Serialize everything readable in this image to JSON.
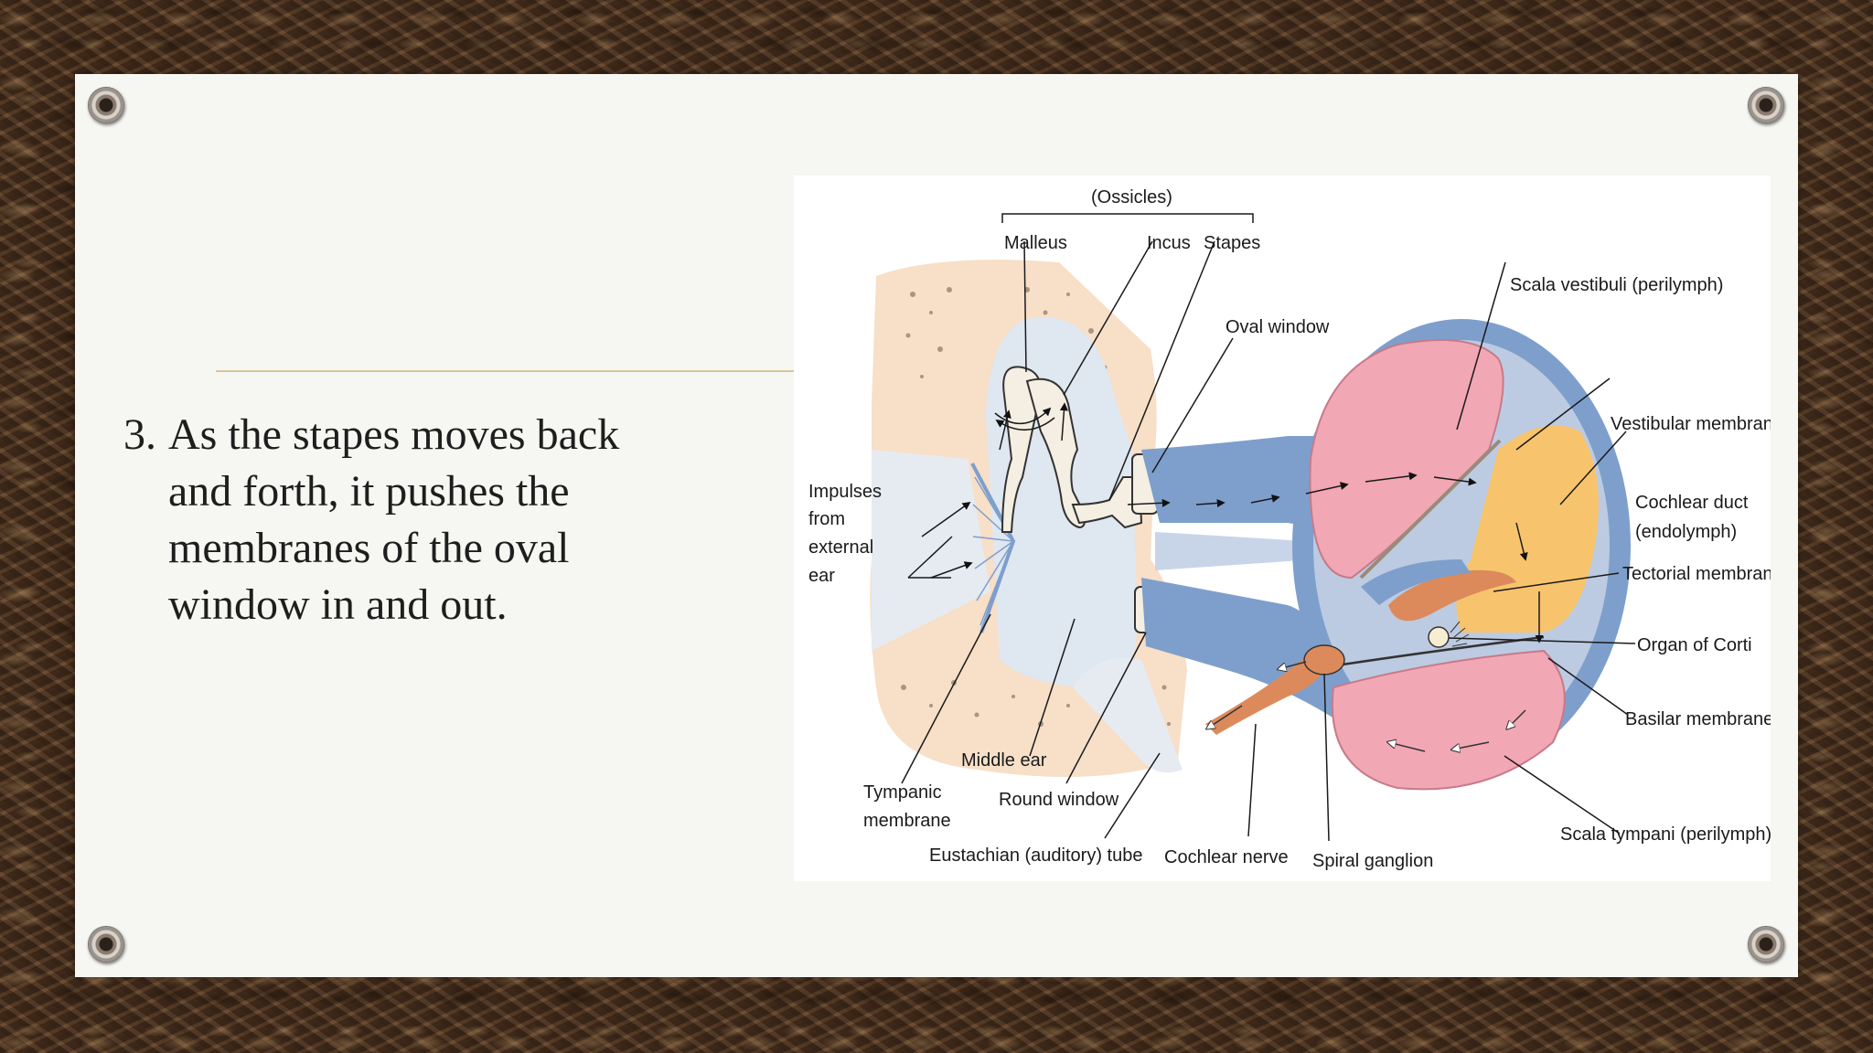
{
  "slide": {
    "bullet_number": "3.",
    "bullet_text": "As the stapes moves back and forth, it pushes the membranes of the oval window in and out."
  },
  "diagram": {
    "labels": {
      "ossicles": "(Ossicles)",
      "malleus": "Malleus",
      "incus": "Incus",
      "stapes": "Stapes",
      "oval_window": "Oval window",
      "scala_vestibuli": "Scala vestibuli (perilymph)",
      "vestibular_membrane": "Vestibular membrane",
      "cochlear_duct_1": "Cochlear duct",
      "cochlear_duct_2": "(endolymph)",
      "tectorial_membrane": "Tectorial membrane",
      "organ_of_corti": "Organ of Corti",
      "basilar_membrane": "Basilar membrane",
      "scala_tympani": "Scala tympani (perilymph)",
      "impulses_1": "Impulses",
      "impulses_2": "from",
      "impulses_3": "external",
      "impulses_4": "ear",
      "middle_ear": "Middle ear",
      "tympanic_1": "Tympanic",
      "tympanic_2": "membrane",
      "round_window": "Round window",
      "eustachian_tube": "Eustachian (auditory) tube",
      "cochlear_nerve": "Cochlear nerve",
      "spiral_ganglion": "Spiral ganglion"
    },
    "colors": {
      "bone": "#f7dfc8",
      "fluid_blue": "#7e9fcc",
      "scala_pink": "#f2a7b4",
      "endolymph": "#f7c46d",
      "tectorial": "#dc8a5c",
      "middle_ear_air": "#dfe7f1"
    }
  }
}
